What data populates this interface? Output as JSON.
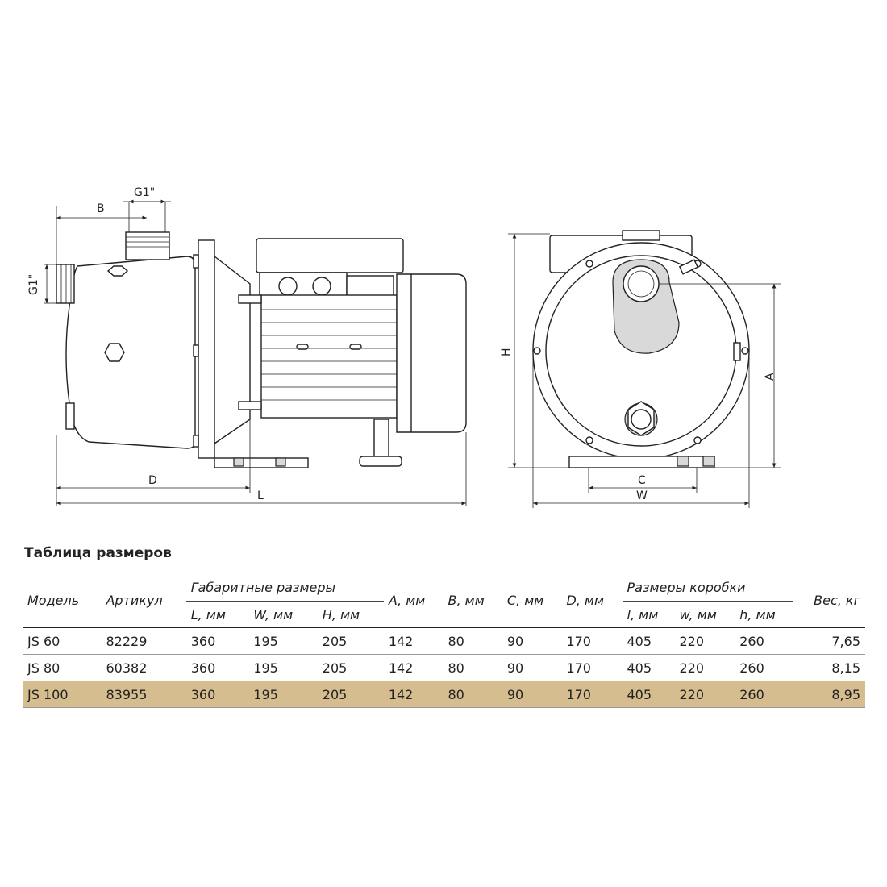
{
  "drawing": {
    "labels": {
      "b": "B",
      "g1_top": "G1\"",
      "g1_side": "G1\"",
      "d": "D",
      "l": "L",
      "h": "H",
      "a": "A",
      "c": "C",
      "w": "W"
    }
  },
  "table_title": "Таблица размеров",
  "table": {
    "headers": {
      "model": "Модель",
      "article": "Артикул",
      "overall": "Габаритные размеры",
      "l": "L, мм",
      "w": "W, мм",
      "h": "H, мм",
      "a": "A, мм",
      "b": "B, мм",
      "c": "C, мм",
      "d": "D, мм",
      "box": "Размеры коробки",
      "bl": "l, мм",
      "bw": "w, мм",
      "bh": "h, мм",
      "weight": "Вес, кг"
    },
    "rows": [
      {
        "model": "JS 60",
        "article": "82229",
        "l": "360",
        "w": "195",
        "h": "205",
        "a": "142",
        "b": "80",
        "c": "90",
        "d": "170",
        "bl": "405",
        "bw": "220",
        "bh": "260",
        "weight": "7,65"
      },
      {
        "model": "JS 80",
        "article": "60382",
        "l": "360",
        "w": "195",
        "h": "205",
        "a": "142",
        "b": "80",
        "c": "90",
        "d": "170",
        "bl": "405",
        "bw": "220",
        "bh": "260",
        "weight": "8,15"
      },
      {
        "model": "JS 100",
        "article": "83955",
        "l": "360",
        "w": "195",
        "h": "205",
        "a": "142",
        "b": "80",
        "c": "90",
        "d": "170",
        "bl": "405",
        "bw": "220",
        "bh": "260",
        "weight": "8,95"
      }
    ],
    "highlight_color": "#d5bd8f"
  }
}
